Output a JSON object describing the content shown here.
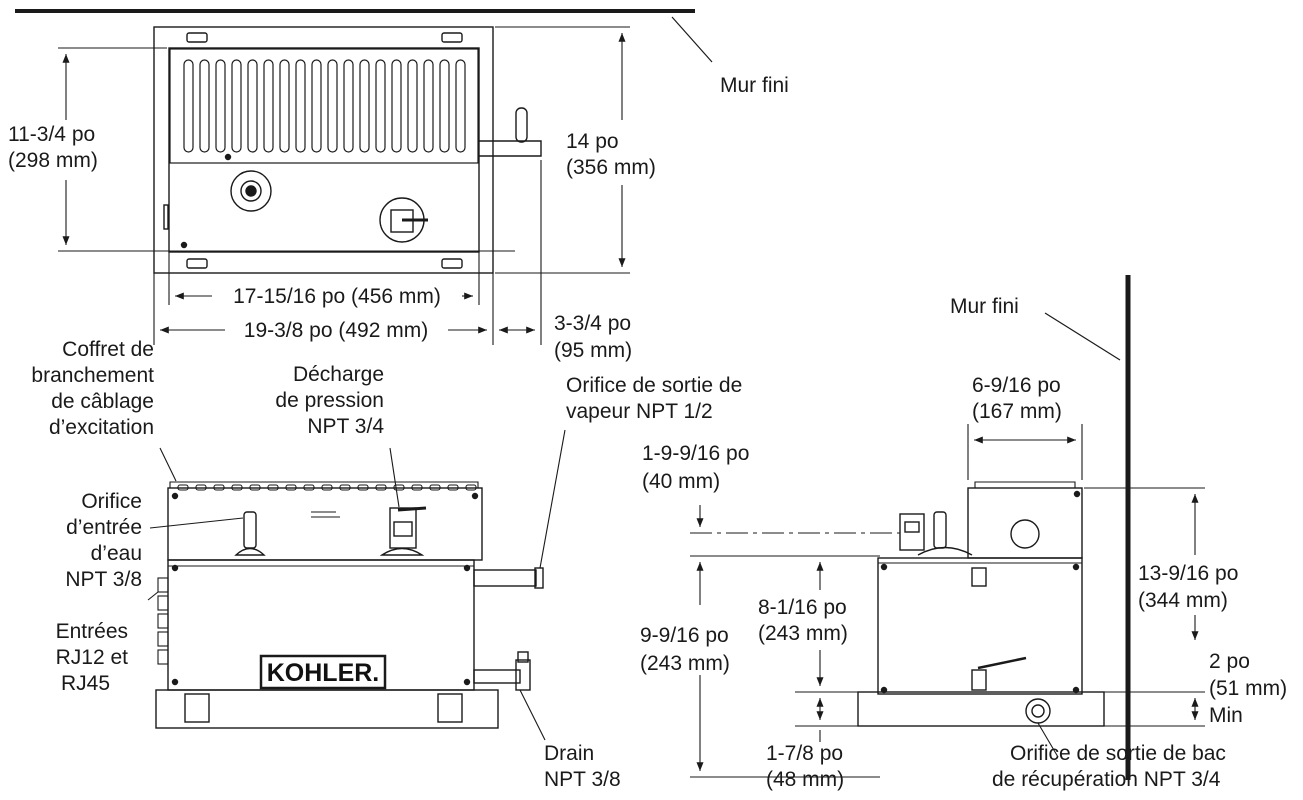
{
  "labels": {
    "mur_fini_top": "Mur fini",
    "mur_fini_right": "Mur fini",
    "dim_11_3_4": [
      "11-3/4 po",
      "(298 mm)"
    ],
    "dim_14": [
      "14 po",
      "(356 mm)"
    ],
    "dim_17_15_16": "17-15/16 po (456 mm)",
    "dim_19_3_8": "19-3/8 po (492 mm)",
    "dim_3_3_4": [
      "3-3/4 po",
      "(95 mm)"
    ],
    "coffret": [
      "Coffret de",
      "branchement",
      "de câblage",
      "d’excitation"
    ],
    "decharge": [
      "Décharge",
      "de pression",
      "NPT 3/4"
    ],
    "orifice_vapeur": [
      "Orifice de sortie de",
      "vapeur NPT 1/2"
    ],
    "orifice_eau": [
      "Orifice",
      "d’entrée",
      "d’eau",
      "NPT 3/8"
    ],
    "entrees": [
      "Entrées",
      "RJ12 et",
      "RJ45"
    ],
    "drain": [
      "Drain",
      "NPT 3/8"
    ],
    "dim_6_9_16": [
      "6-9/16 po",
      "(167 mm)"
    ],
    "dim_1_9_9_16": [
      "1-9-9/16 po",
      "(40 mm)"
    ],
    "dim_9_9_16": [
      "9-9/16 po",
      "(243 mm)"
    ],
    "dim_8_1_16": [
      "8-1/16 po",
      "(243 mm)"
    ],
    "dim_13_9_16": [
      "13-9/16 po",
      "(344 mm)"
    ],
    "dim_2": [
      "2 po",
      "(51 mm)",
      "Min"
    ],
    "dim_1_7_8": [
      "1-7/8 po",
      "(48 mm)"
    ],
    "orifice_bac": [
      "Orifice de sortie de bac",
      "de récupération NPT 3/4"
    ]
  },
  "brand": {
    "logo": "KOHLER."
  }
}
